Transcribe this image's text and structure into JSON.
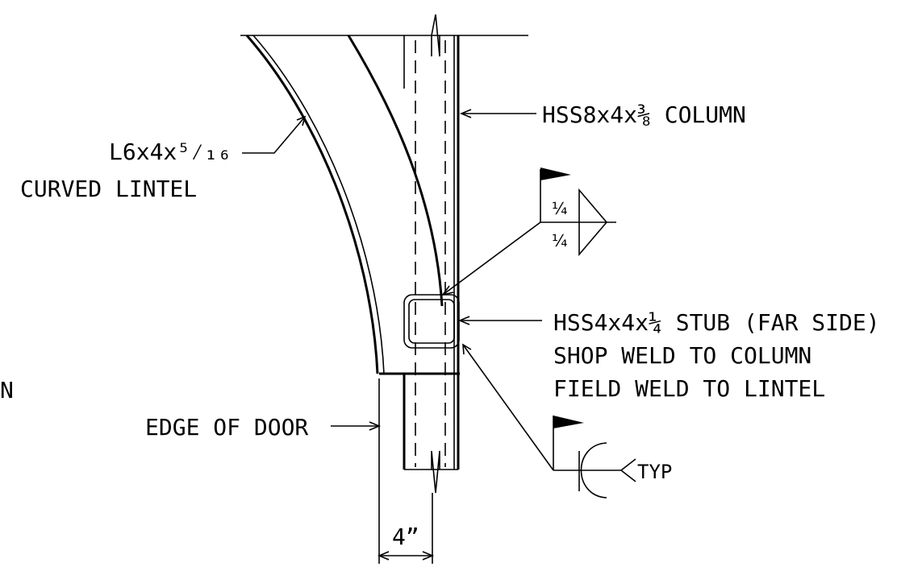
{
  "labels": {
    "column": "HSS8x4x⅜ COLUMN",
    "lintel_line1": "L6x4x⁵⁄₁₆",
    "lintel_line2": "CURVED LINTEL",
    "stub_line1": "HSS4x4x¼ STUB (FAR SIDE)",
    "stub_line2": "SHOP WELD TO COLUMN",
    "stub_line3": "FIELD WELD TO LINTEL",
    "edge_of_door": "EDGE OF DOOR",
    "dimension": "4”",
    "weld_top_size": "¼",
    "weld_bottom_size": "¼",
    "typ": "TYP",
    "cropped_left": "N"
  }
}
